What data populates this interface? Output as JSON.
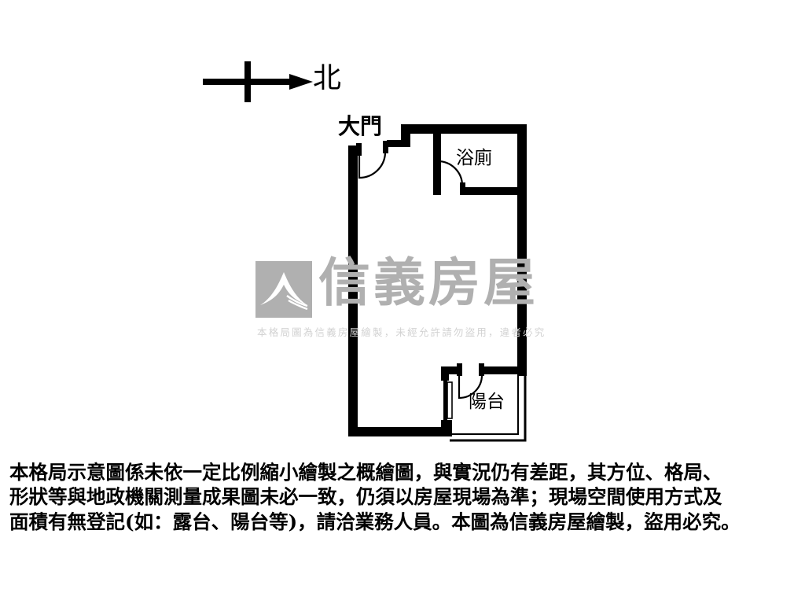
{
  "document": {
    "type": "residential-floor-plan",
    "language": "zh-Hant"
  },
  "compass": {
    "direction_label": "北",
    "icon": "north-arrow-icon",
    "arrow_points": "right"
  },
  "rooms": [
    {
      "id": "bathroom",
      "label": "浴廁"
    },
    {
      "id": "balcony",
      "label": "陽台"
    }
  ],
  "openings": [
    {
      "id": "main-door",
      "label": "大門",
      "type": "swing-door"
    },
    {
      "id": "bathroom-door",
      "label": "",
      "type": "swing-door"
    },
    {
      "id": "balcony-door",
      "label": "",
      "type": "swing-door"
    },
    {
      "id": "balcony-window",
      "label": "",
      "type": "window"
    }
  ],
  "watermark": {
    "brand": "信義房屋",
    "caption": "本格局圖為信義房屋繪製，未經允許請勿盜用，違者必究",
    "mark_color": "#b0b0b0",
    "text_color": "#b0b0b0",
    "caption_color": "#d2d2d2"
  },
  "disclaimer": {
    "full_text": "本格局示意圖係未依一定比例縮小繪製之概繪圖，與實況仍有差距，其方位、格局、形狀等與地政機關測量成果圖未必一致，仍須以房屋現場為準；現場空間使用方式及面積有無登記(如：露台、陽台等)，請洽業務人員。本圖為信義房屋繪製，盜用必究。",
    "lines": [
      "本格局示意圖係未依一定比例縮小繪製之概繪圖，與實況仍有差距，其方位、格局、",
      "形狀等與地政機關測量成果圖未必一致，仍須以房屋現場為準；現場空間使用方式及",
      "面積有無登記(如：露台、陽台等)，請洽業務人員。本圖為信義房屋繪製，盜用必究。"
    ]
  },
  "colors": {
    "wall": "#000000",
    "background": "#ffffff",
    "thin_wall": "#000000"
  }
}
